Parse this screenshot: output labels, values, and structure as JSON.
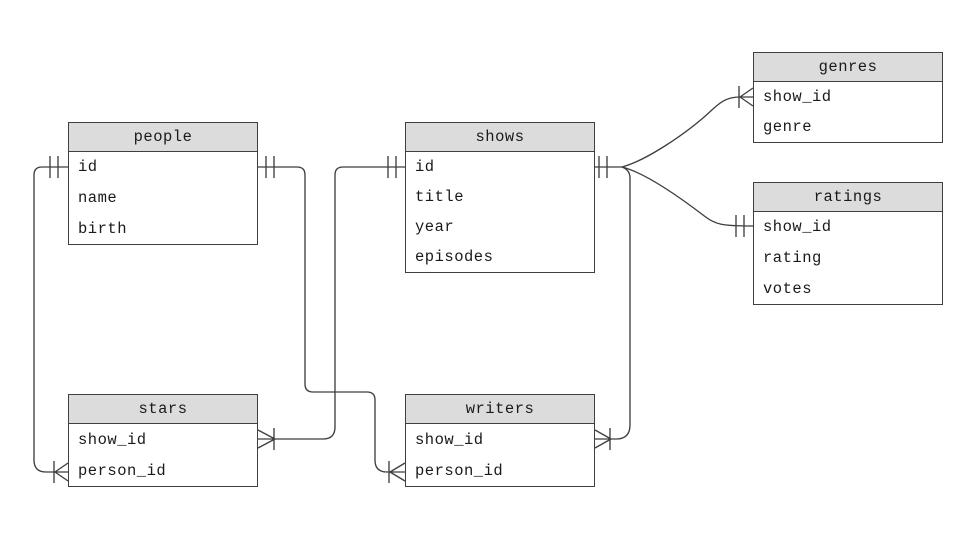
{
  "tables": {
    "people": {
      "title": "people",
      "fields": [
        "id",
        "name",
        "birth"
      ]
    },
    "shows": {
      "title": "shows",
      "fields": [
        "id",
        "title",
        "year",
        "episodes"
      ]
    },
    "genres": {
      "title": "genres",
      "fields": [
        "show_id",
        "genre"
      ]
    },
    "ratings": {
      "title": "ratings",
      "fields": [
        "show_id",
        "rating",
        "votes"
      ]
    },
    "stars": {
      "title": "stars",
      "fields": [
        "show_id",
        "person_id"
      ]
    },
    "writers": {
      "title": "writers",
      "fields": [
        "show_id",
        "person_id"
      ]
    }
  },
  "relationships": [
    {
      "from": "people.id",
      "to": "stars.person_id",
      "from_cardinality": "one-and-only-one",
      "to_cardinality": "one-or-many"
    },
    {
      "from": "people.id",
      "to": "writers.person_id",
      "from_cardinality": "one-and-only-one",
      "to_cardinality": "one-or-many"
    },
    {
      "from": "shows.id",
      "to": "stars.show_id",
      "from_cardinality": "one-and-only-one",
      "to_cardinality": "one-or-many"
    },
    {
      "from": "shows.id",
      "to": "writers.show_id",
      "from_cardinality": "one-and-only-one",
      "to_cardinality": "one-or-many"
    },
    {
      "from": "shows.id",
      "to": "genres.show_id",
      "from_cardinality": "one-and-only-one",
      "to_cardinality": "one-or-many"
    },
    {
      "from": "shows.id",
      "to": "ratings.show_id",
      "from_cardinality": "one-and-only-one",
      "to_cardinality": "one-and-only-one"
    }
  ],
  "colors": {
    "background": "#ffffff",
    "header_fill": "#dcdcdc",
    "border": "#3f3f3f",
    "line": "#3f3f3f",
    "text": "#1a1a1a"
  }
}
